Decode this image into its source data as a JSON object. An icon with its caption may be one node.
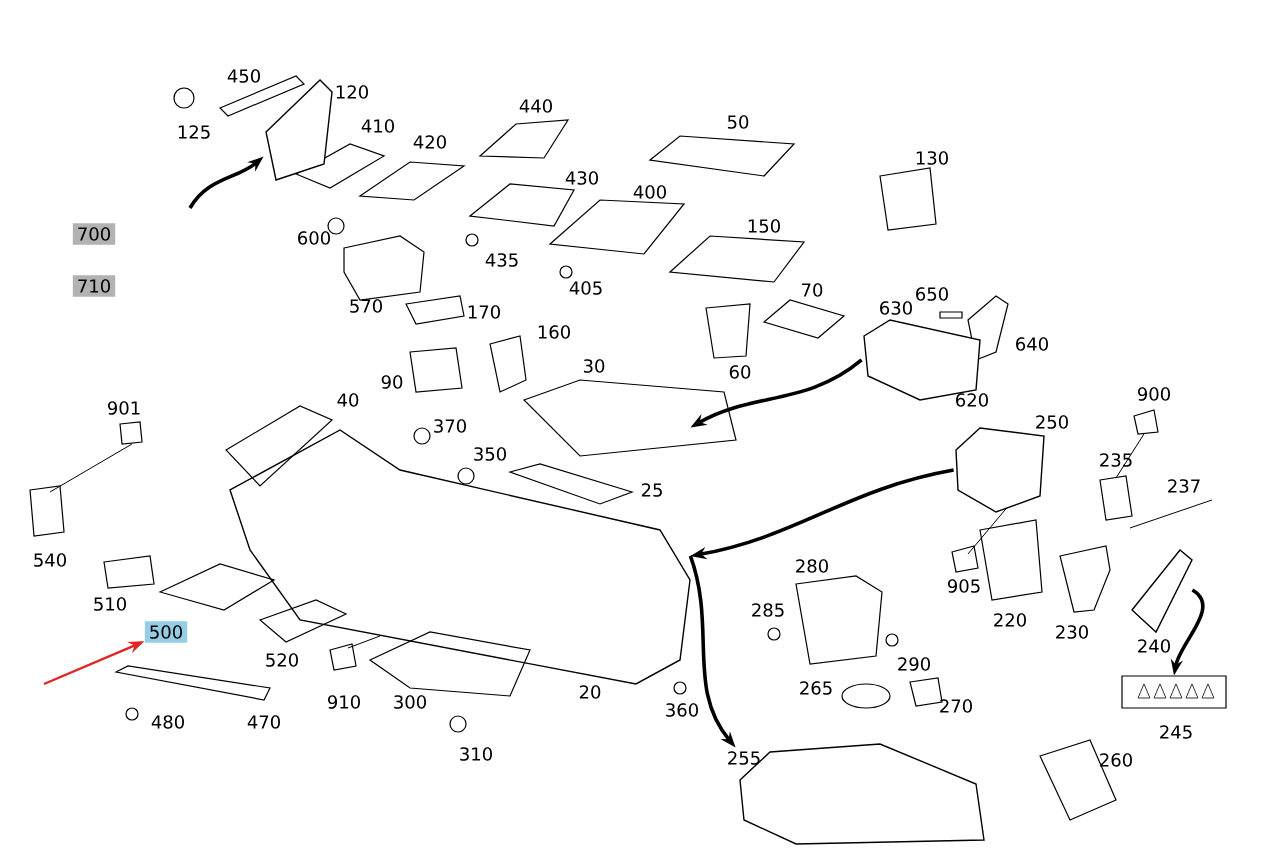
{
  "diagram": {
    "nodes": [
      {
        "text": [
          "500"
        ]
      },
      {
        "text": [
          "700"
        ]
      },
      {
        "text": [
          "710"
        ]
      },
      {
        "text": [],
        "shape": "picture",
        "beside": [
          "20"
        ]
      },
      {
        "text": [],
        "shape": "picture",
        "beside": [
          "630"
        ]
      },
      {
        "text": [],
        "shape": "picture",
        "beside": [
          "250"
        ]
      },
      {
        "text": [],
        "shape": "picture",
        "beside": [
          "255"
        ]
      },
      {
        "text": [],
        "shape": "picture",
        "beside": [
          "120"
        ]
      },
      {
        "text": [],
        "shape": "picture",
        "beside": [
          "240"
        ]
      },
      {
        "text": [],
        "shape": "picture",
        "beside": [
          "245"
        ]
      }
    ],
    "edges": [
      {
        "from": null,
        "to": 0,
        "arrow": "to",
        "color": "#e02424"
      },
      {
        "from": null,
        "to": 7,
        "arrow": "to"
      },
      {
        "from": 4,
        "to": 3,
        "arrow": "to"
      },
      {
        "from": 5,
        "to": 3,
        "arrow": "to"
      },
      {
        "from": 3,
        "to": 6,
        "arrow": "to"
      },
      {
        "from": 8,
        "to": 9,
        "arrow": "to"
      }
    ],
    "labels": [
      "450",
      "125",
      "410",
      "420",
      "440",
      "50",
      "130",
      "430",
      "400",
      "150",
      "600",
      "435",
      "405",
      "570",
      "170",
      "160",
      "70",
      "650",
      "640",
      "60",
      "30",
      "90",
      "40",
      "370",
      "350",
      "901",
      "900",
      "620",
      "235",
      "237",
      "25",
      "540",
      "510",
      "905",
      "280",
      "285",
      "220",
      "230",
      "520",
      "910",
      "300",
      "290",
      "265",
      "270",
      "360",
      "480",
      "470",
      "310",
      "260"
    ]
  }
}
